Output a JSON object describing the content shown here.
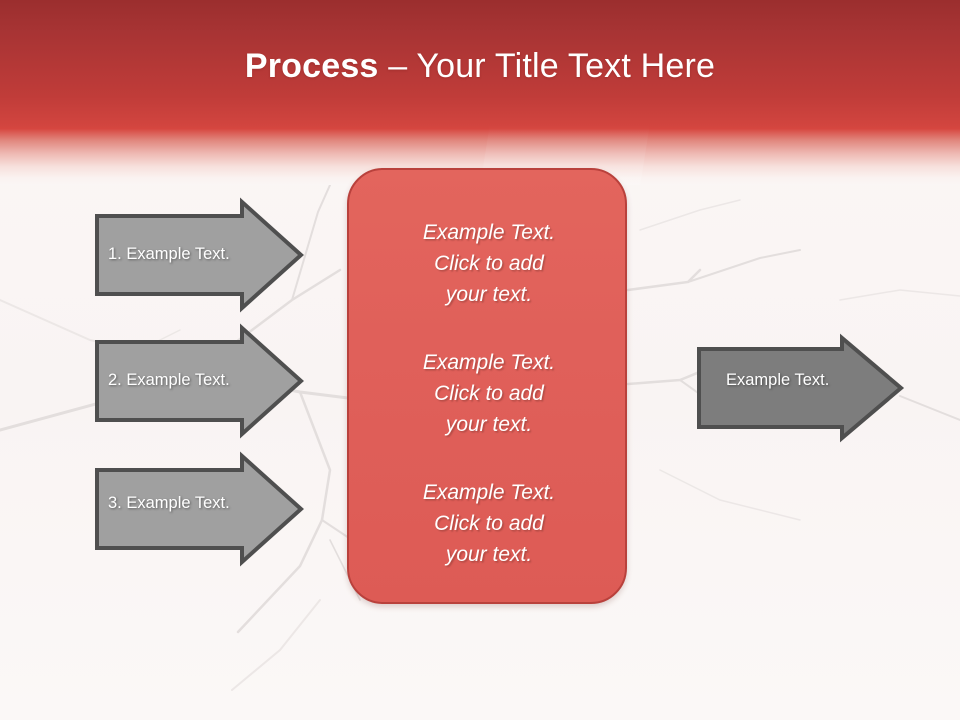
{
  "slide": {
    "background_color": "#faf6f5",
    "title": {
      "strong": "Process",
      "rest": " – Your Title Text Here",
      "color": "#ffffff"
    },
    "header": {
      "top_color": "#9b2e2e",
      "mid_color": "#d2453f",
      "fade_color": "#faf6f5"
    }
  },
  "left_arrows": [
    {
      "label": "1. Example Text.",
      "fill": "#a0a0a0",
      "stroke": "#4f4f4f"
    },
    {
      "label": "2. Example Text.",
      "fill": "#a0a0a0",
      "stroke": "#4f4f4f"
    },
    {
      "label": "3. Example Text.",
      "fill": "#a0a0a0",
      "stroke": "#4f4f4f"
    }
  ],
  "right_arrow": {
    "label": "Example Text.",
    "fill": "#7d7d7d",
    "stroke": "#4f4f4f"
  },
  "center_panel": {
    "fill": "#e0605a",
    "stroke": "#b9413c",
    "blocks": [
      "Example Text.\nClick  to add\nyour text.",
      "Example Text.\nClick  to add\nyour text.",
      "Example Text.\nClick  to add\nyour text."
    ]
  }
}
